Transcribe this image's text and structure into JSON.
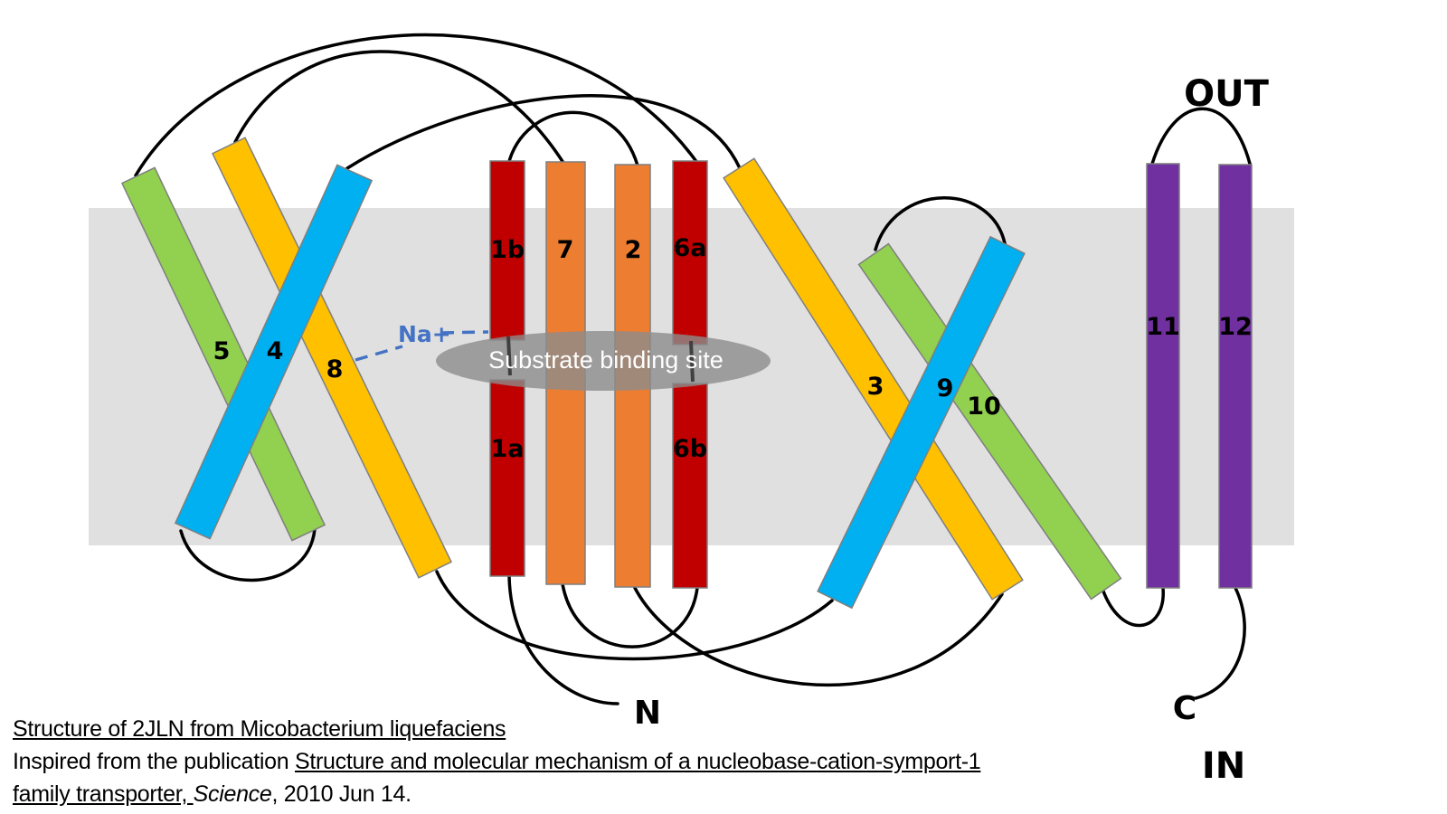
{
  "labels": {
    "out": "OUT",
    "in": "IN",
    "n_term": "N",
    "c_term": "C",
    "ion": "Na+",
    "binding_site": "Substrate binding site"
  },
  "helices": [
    {
      "id": "5",
      "label": "5",
      "color": "#92d050"
    },
    {
      "id": "8",
      "label": "8",
      "color": "#ffc000"
    },
    {
      "id": "4",
      "label": "4",
      "color": "#00b0f0"
    },
    {
      "id": "1b",
      "label": "1b",
      "color": "#c00000"
    },
    {
      "id": "1a",
      "label": "1a",
      "color": "#c00000"
    },
    {
      "id": "7",
      "label": "7",
      "color": "#ed7d31"
    },
    {
      "id": "2",
      "label": "2",
      "color": "#ed7d31"
    },
    {
      "id": "6a",
      "label": "6a",
      "color": "#c00000"
    },
    {
      "id": "6b",
      "label": "6b",
      "color": "#c00000"
    },
    {
      "id": "3",
      "label": "3",
      "color": "#ffc000"
    },
    {
      "id": "10",
      "label": "10",
      "color": "#92d050"
    },
    {
      "id": "9",
      "label": "9",
      "color": "#00b0f0"
    },
    {
      "id": "11",
      "label": "11",
      "color": "#7030a0"
    },
    {
      "id": "12",
      "label": "12",
      "color": "#7030a0"
    }
  ],
  "colors": {
    "membrane": "#e0e0e0",
    "binding_site": "#8c8c8c",
    "ion": "#4472c4"
  },
  "caption": {
    "line1": "Structure of 2JLN from Micobacterium liquefaciens",
    "line2_prefix": "Inspired from the publication ",
    "line2_link": "Structure and molecular mechanism of a nucleobase-cation-symport-1",
    "line3_link": "family transporter, ",
    "line3_journal": "Science",
    "line3_suffix": ", 2010 Jun 14."
  }
}
